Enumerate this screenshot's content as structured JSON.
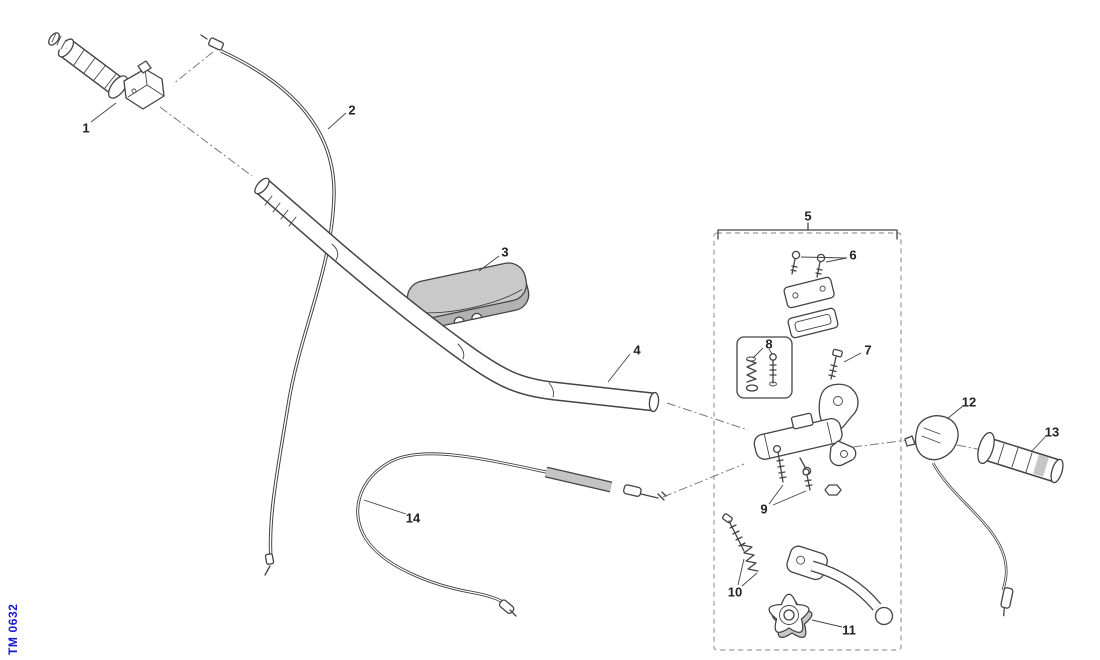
{
  "diagram": {
    "doc_code": "TM 0632",
    "part_numbers": [
      "1",
      "2",
      "3",
      "4",
      "5",
      "6",
      "7",
      "8",
      "9",
      "10",
      "11",
      "12",
      "13",
      "14"
    ],
    "colors": {
      "line": "#444444",
      "doc_code_blue": "#1a1acc",
      "pad_gray": "#c9c9c9",
      "construction_gray": "#7a7a7a"
    }
  }
}
